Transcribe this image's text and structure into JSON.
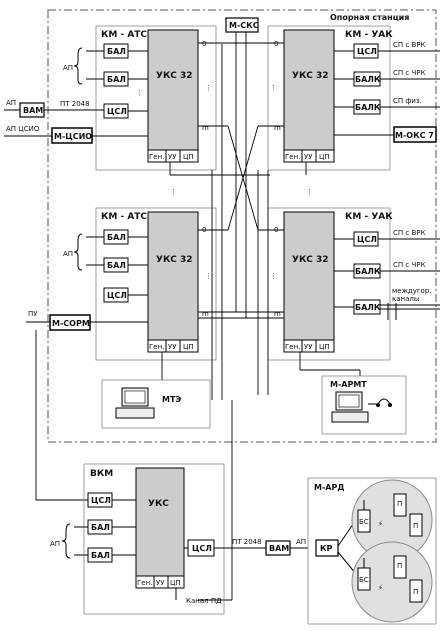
{
  "station_label": "Опорная станция",
  "km_ats": "КМ - АТС",
  "km_uak": "КМ - УАК",
  "m_sks": "М-СКС",
  "uks32": "УКС 32",
  "uks": "УКС",
  "bal": "БАЛ",
  "csl": "ЦСЛ",
  "balk": "БАЛК",
  "gen": "Ген.",
  "uu": "УУ",
  "cp": "ЦП",
  "ap": "АП",
  "vam": "ВАМ",
  "pt2048": "ПТ 2048",
  "ap_csio": "АП ЦСИО",
  "m_csio": "М-ЦСИО",
  "m_oks7": "М-ОКС 7",
  "sp_vrk": "СП с ВРК",
  "sp_chrk": "СП с ЧРК",
  "sp_fiz": "СП физ.",
  "mezhgor": "междугор.",
  "kanaly": "каналы",
  "pu": "ПУ",
  "m_sorm": "М-СОРМ",
  "mte": "МТЭ",
  "m_armt": "М-АРМТ",
  "vkm": "ВКМ",
  "kanal_pd": "Канал ПД",
  "m_ard": "М-АРД",
  "kr": "КР",
  "bs": "БС",
  "p": "П",
  "zero": "0",
  "m": "m",
  "colors": {
    "uks_fill": "#cccccc",
    "line": "#000000",
    "frame": "#777777"
  }
}
